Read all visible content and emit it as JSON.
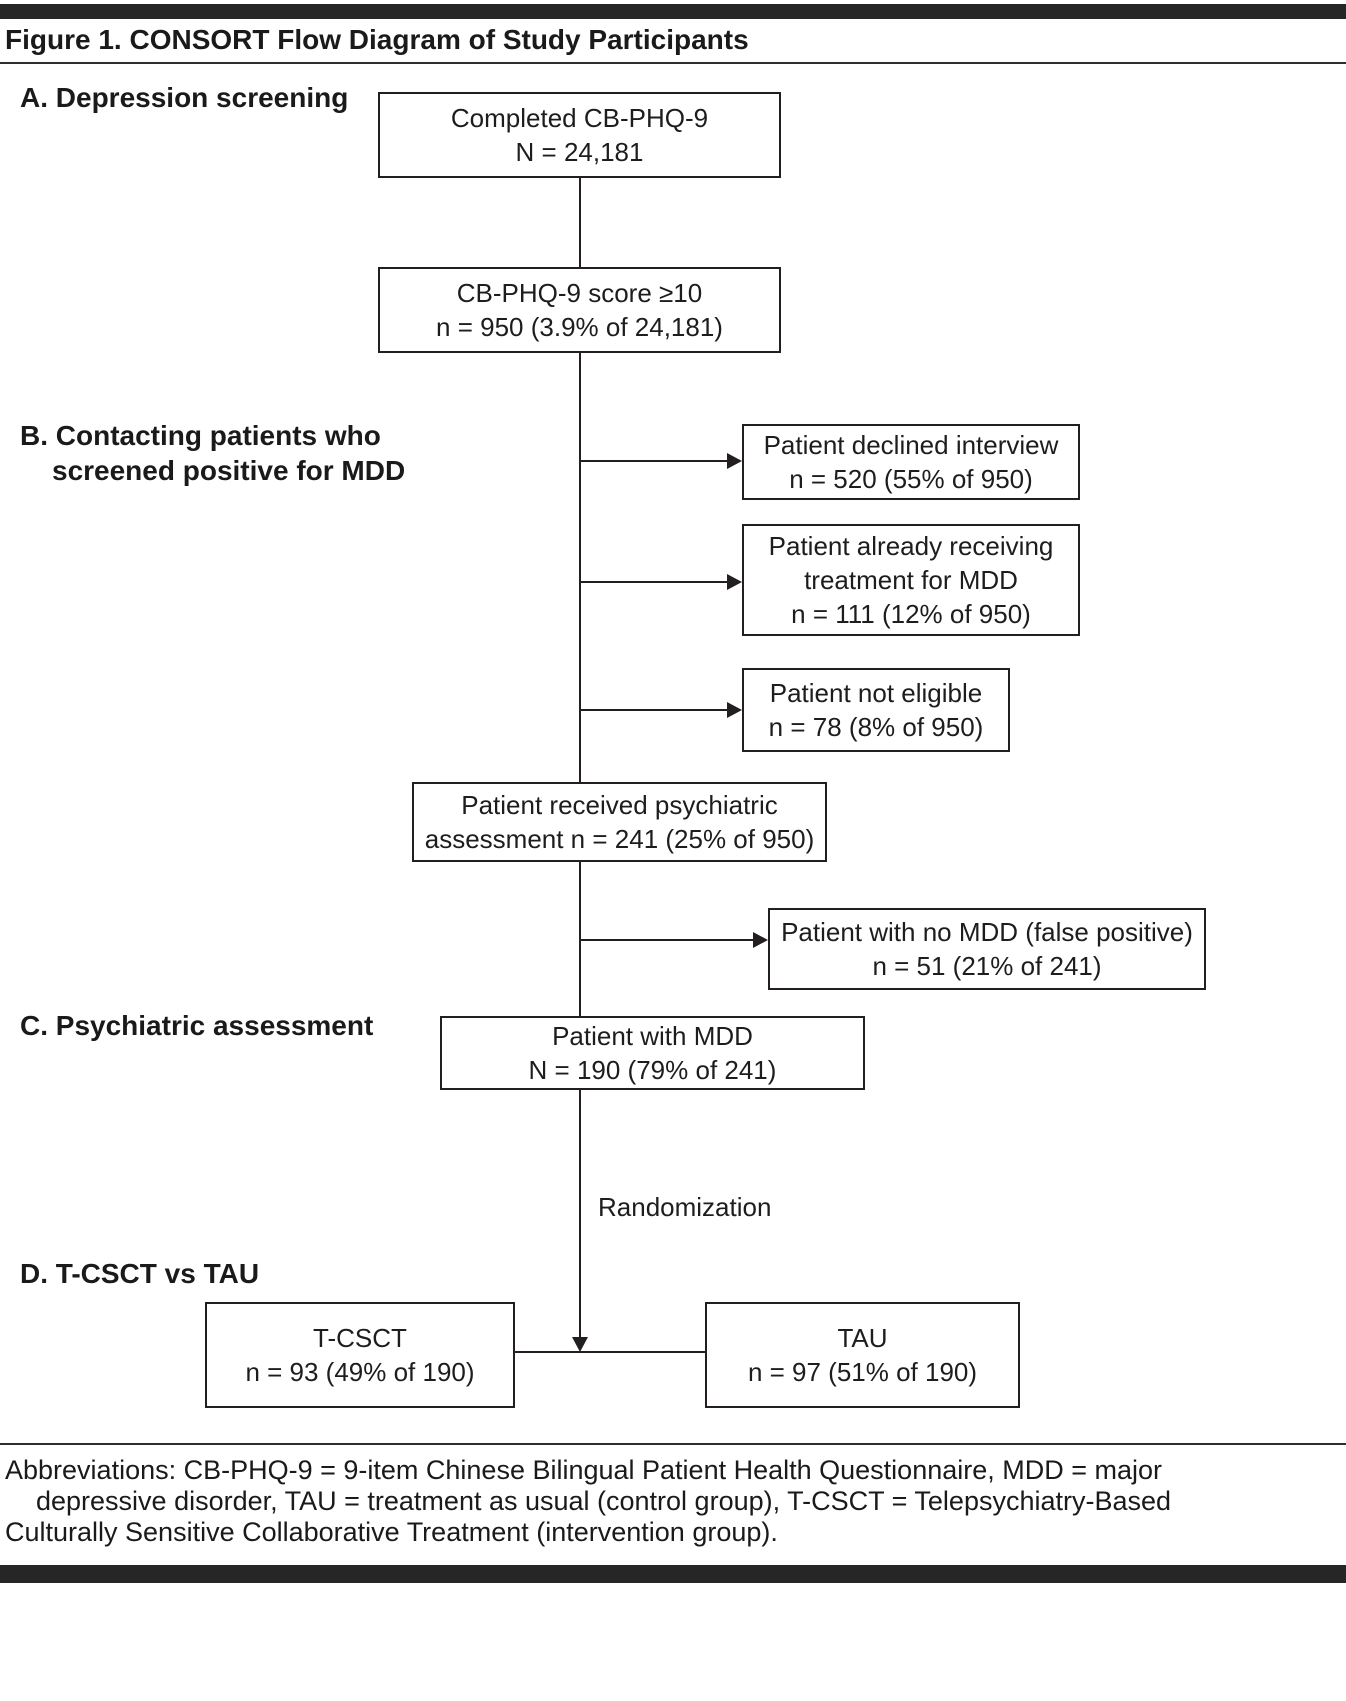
{
  "figure": {
    "title": "Figure 1. CONSORT Flow Diagram of Study Participants"
  },
  "sections": {
    "a": "A. Depression screening",
    "b_line1": "B. Contacting patients who",
    "b_line2": "screened positive for MDD",
    "c": "C. Psychiatric assessment",
    "d": "D. T-CSCT vs TAU"
  },
  "boxes": {
    "completed": {
      "line1": "Completed CB-PHQ-9",
      "line2": "N = 24,181"
    },
    "score": {
      "line1": "CB-PHQ-9 score ≥10",
      "line2": "n = 950 (3.9% of 24,181)"
    },
    "declined": {
      "line1": "Patient declined interview",
      "line2": "n = 520 (55% of 950)"
    },
    "receiving": {
      "line1": "Patient already receiving",
      "line2": "treatment for MDD",
      "line3": "n = 111 (12% of 950)"
    },
    "not_eligible": {
      "line1": "Patient not eligible",
      "line2": "n = 78 (8% of 950)"
    },
    "assessment": {
      "line1": "Patient received psychiatric",
      "line2": "assessment n = 241 (25% of 950)"
    },
    "false_positive": {
      "line1": "Patient with no MDD (false positive)",
      "line2": "n = 51 (21% of 241)"
    },
    "mdd": {
      "line1": "Patient with MDD",
      "line2": "N = 190 (79% of 241)"
    },
    "tcsct": {
      "line1": "T-CSCT",
      "line2": "n = 93 (49% of 190)"
    },
    "tau": {
      "line1": "TAU",
      "line2": "n = 97 (51% of 190)"
    }
  },
  "labels": {
    "randomization": "Randomization"
  },
  "footer": {
    "line1": "Abbreviations: CB-PHQ-9 = 9-item Chinese Bilingual Patient Health Questionnaire, MDD = major",
    "line2": "depressive disorder, TAU = treatment as usual (control group), T-CSCT = Telepsychiatry-Based",
    "line3": "Culturally Sensitive Collaborative Treatment (intervention group)."
  },
  "colors": {
    "ink": "#231f20",
    "top_bottom_bar": "#262626",
    "background": "#ffffff"
  }
}
